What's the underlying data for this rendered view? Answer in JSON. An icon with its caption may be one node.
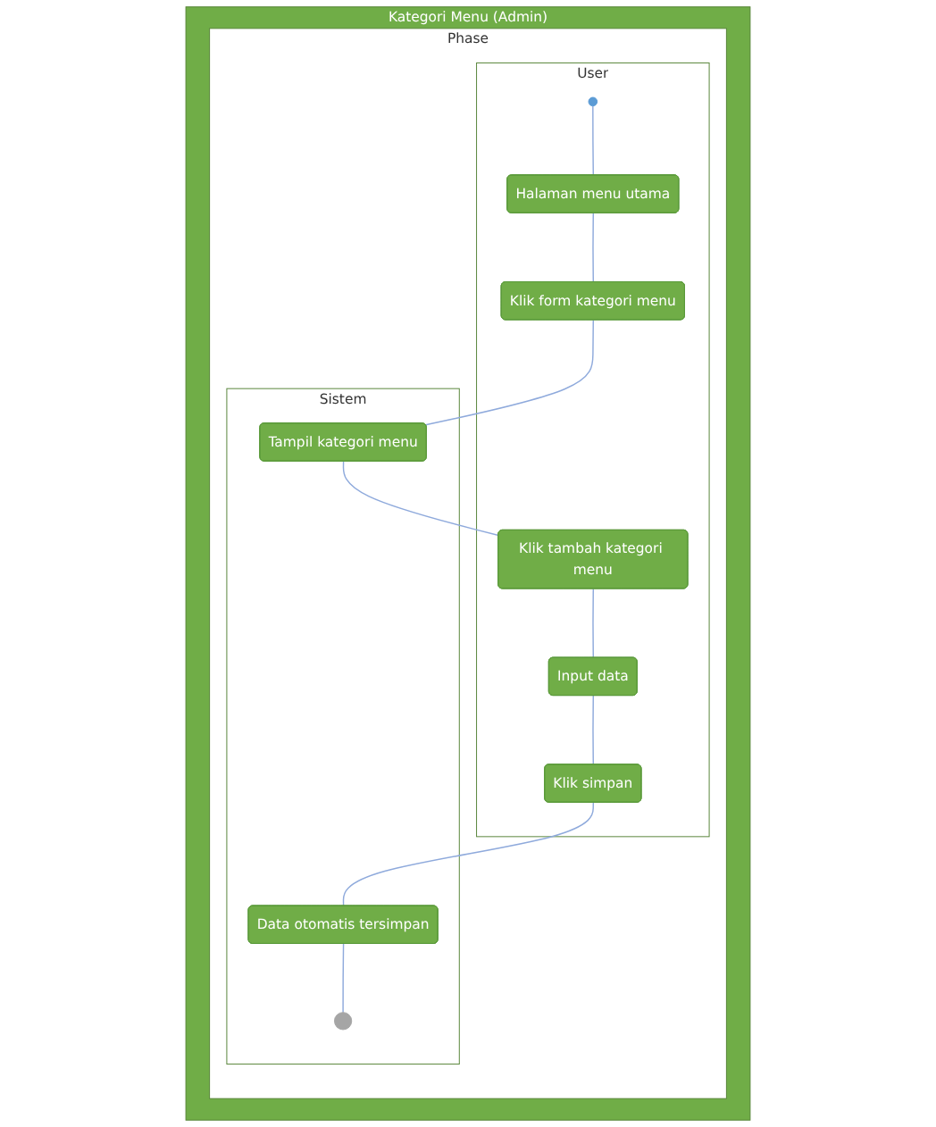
{
  "diagram": {
    "nodes": [
      {
        "text": [
          "Kategori Menu (Admin)"
        ]
      },
      {
        "text": [
          "Phase"
        ],
        "in": 0
      },
      {
        "text": [
          "User"
        ],
        "in": 1
      },
      {
        "text": [
          "Sistem"
        ],
        "in": 1
      },
      {
        "text": [],
        "shape": "circle",
        "in": 2
      },
      {
        "text": [
          "Halaman menu utama"
        ],
        "in": 2
      },
      {
        "text": [
          "Klik form kategori menu"
        ],
        "in": 2
      },
      {
        "text": [
          "Tampil kategori menu"
        ],
        "in": 3
      },
      {
        "text": [
          "Klik tambah kategori menu"
        ],
        "in": 2
      },
      {
        "text": [
          "Input data"
        ],
        "in": 2
      },
      {
        "text": [
          "Klik simpan"
        ],
        "in": 2
      },
      {
        "text": [
          "Data otomatis tersimpan"
        ],
        "in": 3
      },
      {
        "text": [],
        "shape": "circle",
        "in": 3
      }
    ],
    "edges": [
      {
        "from": 4,
        "to": 5,
        "arrow": "none"
      },
      {
        "from": 5,
        "to": 6,
        "arrow": "none"
      },
      {
        "from": 6,
        "to": 7,
        "arrow": "none"
      },
      {
        "from": 7,
        "to": 8,
        "arrow": "none"
      },
      {
        "from": 8,
        "to": 9,
        "arrow": "none"
      },
      {
        "from": 9,
        "to": 10,
        "arrow": "none"
      },
      {
        "from": 10,
        "to": 11,
        "arrow": "none"
      },
      {
        "from": 11,
        "to": 12,
        "arrow": "none"
      }
    ]
  }
}
